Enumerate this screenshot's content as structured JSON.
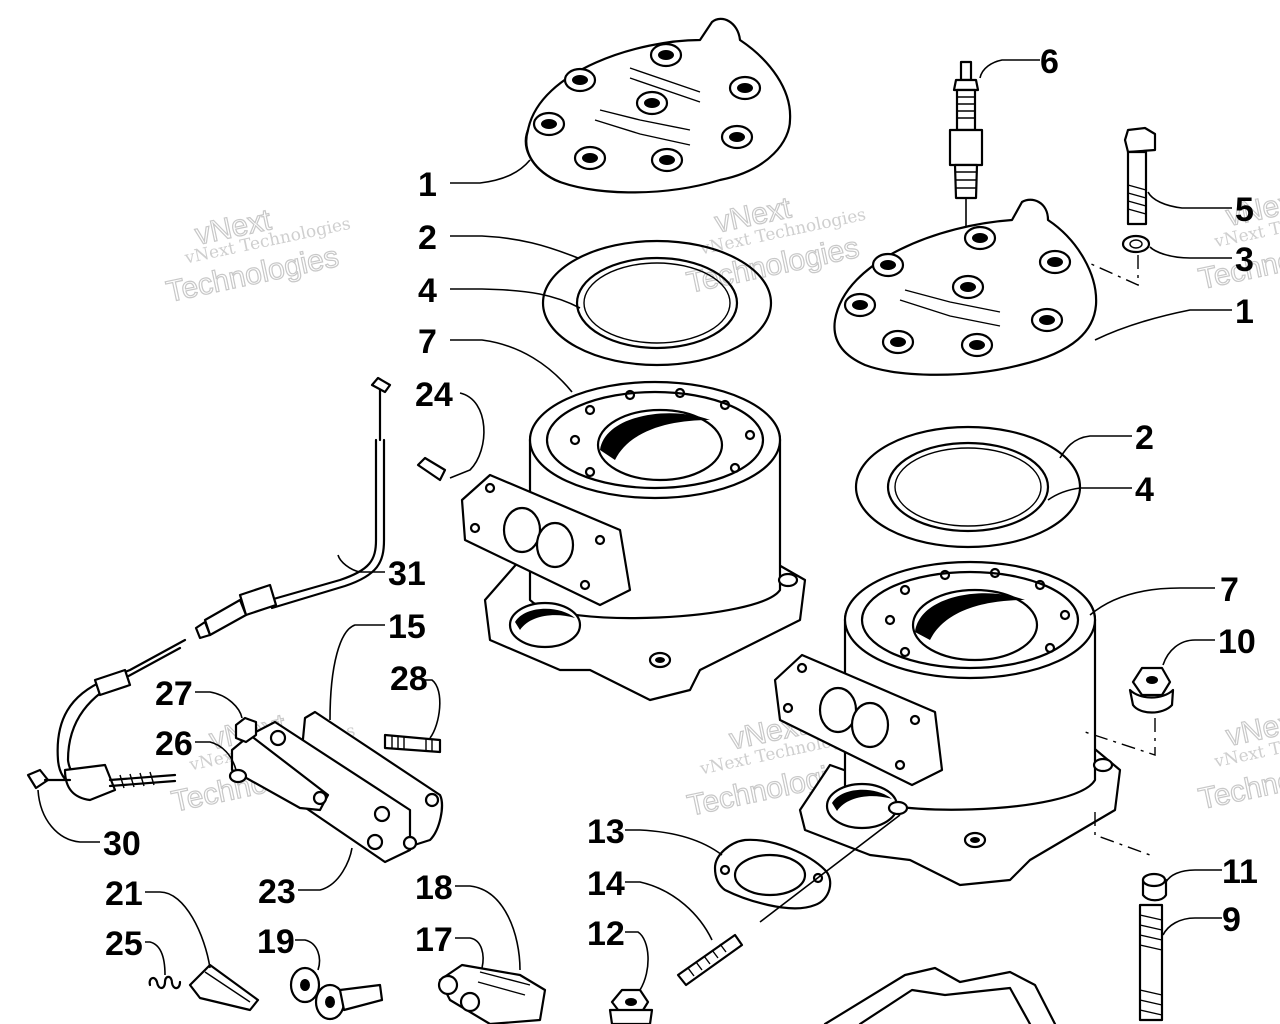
{
  "watermark": {
    "line1": "vNext",
    "line2": "vNext Technologies",
    "line3": "Technologies"
  },
  "callouts": [
    {
      "id": "c1a",
      "label": "1"
    },
    {
      "id": "c2a",
      "label": "2"
    },
    {
      "id": "c4a",
      "label": "4"
    },
    {
      "id": "c7a",
      "label": "7"
    },
    {
      "id": "c24",
      "label": "24"
    },
    {
      "id": "c6",
      "label": "6"
    },
    {
      "id": "c5",
      "label": "5"
    },
    {
      "id": "c3",
      "label": "3"
    },
    {
      "id": "c1b",
      "label": "1"
    },
    {
      "id": "c2b",
      "label": "2"
    },
    {
      "id": "c4b",
      "label": "4"
    },
    {
      "id": "c7b",
      "label": "7"
    },
    {
      "id": "c10",
      "label": "10"
    },
    {
      "id": "c31",
      "label": "31"
    },
    {
      "id": "c15",
      "label": "15"
    },
    {
      "id": "c28",
      "label": "28"
    },
    {
      "id": "c27",
      "label": "27"
    },
    {
      "id": "c26",
      "label": "26"
    },
    {
      "id": "c30",
      "label": "30"
    },
    {
      "id": "c23",
      "label": "23"
    },
    {
      "id": "c21",
      "label": "21"
    },
    {
      "id": "c25",
      "label": "25"
    },
    {
      "id": "c19",
      "label": "19"
    },
    {
      "id": "c18",
      "label": "18"
    },
    {
      "id": "c17",
      "label": "17"
    },
    {
      "id": "c13",
      "label": "13"
    },
    {
      "id": "c14",
      "label": "14"
    },
    {
      "id": "c12",
      "label": "12"
    },
    {
      "id": "c11",
      "label": "11"
    },
    {
      "id": "c9",
      "label": "9"
    }
  ]
}
